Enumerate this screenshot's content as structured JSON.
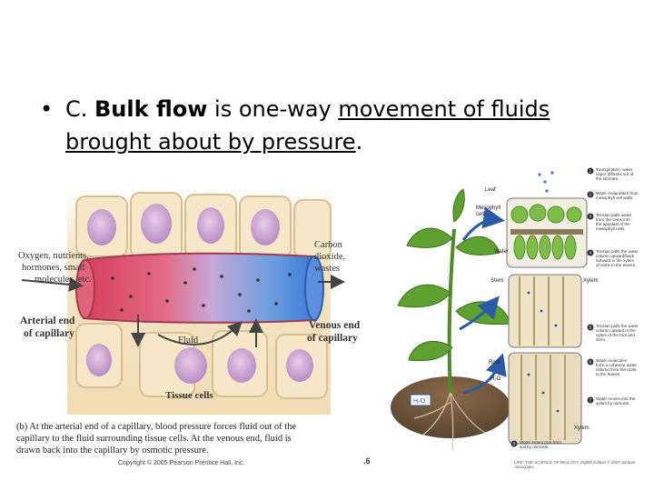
{
  "slide": {
    "bullet_symbol": "•",
    "bullet": {
      "prefix": "C. ",
      "term": "Bulk flow",
      "mid": " is one-way ",
      "underlined_1": "movement of fluids",
      "space": " ",
      "underlined_2": "brought about by pressure",
      "suffix": "."
    }
  },
  "figure_left": {
    "labels": {
      "oxygen": [
        "Oxygen, nutrients,",
        "hormones, small",
        "molecules, etc."
      ],
      "carbon": [
        "Carbon",
        "dioxide,",
        "wastes"
      ],
      "arterial": [
        "Arterial end",
        "of capillary"
      ],
      "venous": [
        "Venous end",
        "of capillary"
      ],
      "fluid": "Fluid",
      "tissue_cells": "Tissue cells"
    },
    "caption": "(b) At the arterial end of a capillary, blood pressure forces fluid out of the capillary to the fluid surrounding tissue cells. At the venous end, fluid is drawn back into the capillary by osmotic pressure.",
    "copyright": "Copyright © 2005 Pearson Prentice Hall, Inc.",
    "fig_num": ".6"
  },
  "figure_right": {
    "organ_labels": {
      "leaf": "Leaf",
      "mesophyll": [
        "Mesophyll",
        "cell"
      ],
      "water": "Water",
      "stem": "Stem",
      "xylem": "Xylem",
      "root": "Root",
      "h2o": "H₂O",
      "h2o_box": "H₂O"
    },
    "steps": [
      {
        "n": "1",
        "text": [
          "Transpiration: water",
          "vapor diffuses out of",
          "the stomata."
        ]
      },
      {
        "n": "2",
        "text": [
          "Water evaporates from",
          "mesophyll cell walls."
        ]
      },
      {
        "n": "3",
        "text": [
          "Tension pulls water",
          "from the veins into",
          "the apoplast of the",
          "mesophyll cells."
        ]
      },
      {
        "n": "4",
        "text": [
          "Tension pulls the water",
          "column upward/back",
          "outward in the xylem",
          "of veins in the leaves."
        ]
      },
      {
        "n": "5",
        "text": [
          "Tension pulls the water",
          "column upward in the",
          "xylem of the root and",
          "stem."
        ]
      },
      {
        "n": "6",
        "text": [
          "Water molecules",
          "form a cohesive water",
          "column from the roots",
          "to the leaves."
        ]
      },
      {
        "n": "7",
        "text": [
          "Water moves into the",
          "xylem by osmosis."
        ]
      },
      {
        "n": "8",
        "text": [
          "Water enters root from",
          "soil by osmosis."
        ]
      }
    ],
    "credit": "LIFE: THE SCIENCE OF BIOLOGY, Eighth Edition © 2007 Sinauer Associates"
  }
}
